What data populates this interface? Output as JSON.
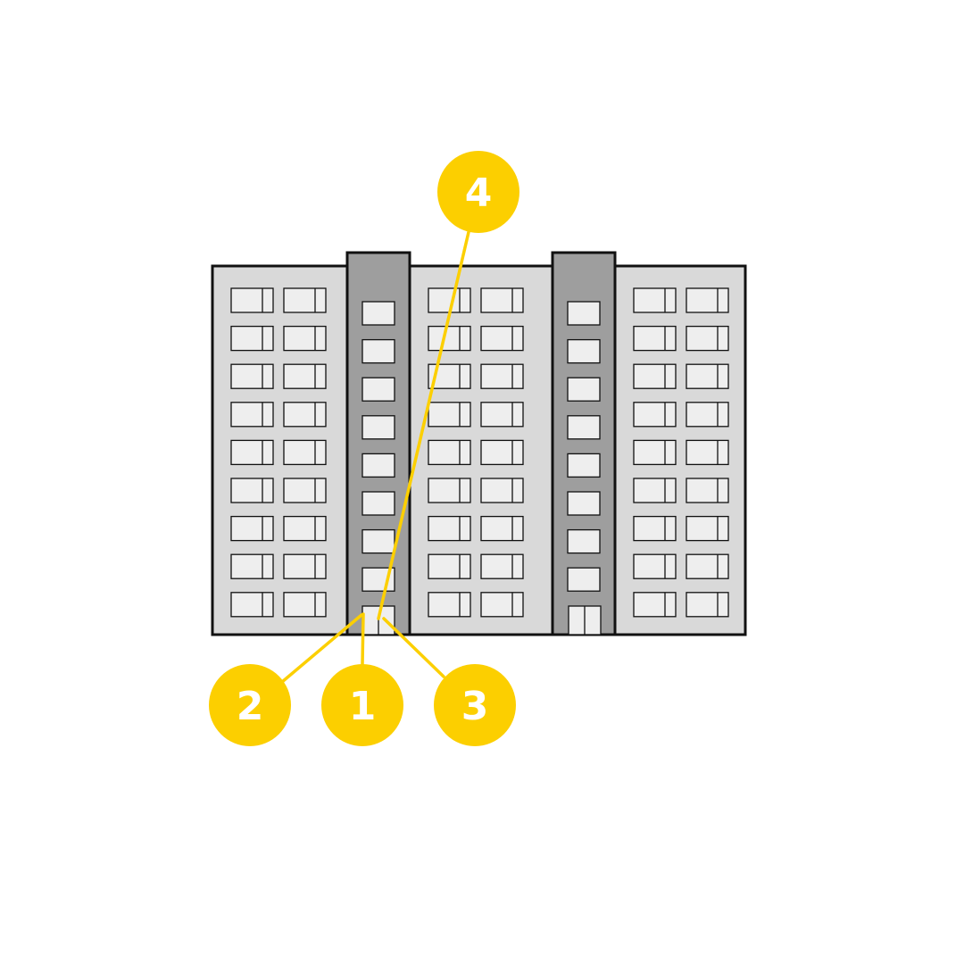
{
  "colors": {
    "background": "#ffffff",
    "wing_fill": "#d9d9d9",
    "stair_fill": "#9e9e9e",
    "window_fill": "#eeeeee",
    "outline": "#111111",
    "marker": "#fccf00",
    "marker_text": "#ffffff"
  },
  "building": {
    "wings": 3,
    "stair_cores": 2,
    "window_rows": 9,
    "windows_per_row_per_wing": 2,
    "stair_windows_per_core": 8,
    "entrance_doors": 2
  },
  "markers": [
    {
      "id": "1",
      "label": "1"
    },
    {
      "id": "2",
      "label": "2"
    },
    {
      "id": "3",
      "label": "3"
    },
    {
      "id": "4",
      "label": "4"
    }
  ]
}
